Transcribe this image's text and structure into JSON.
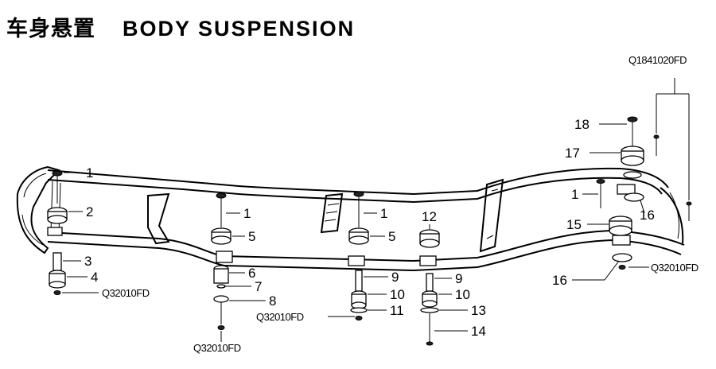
{
  "title": {
    "cn": "车身悬置",
    "en": "BODY SUSPENSION"
  },
  "labels": {
    "p1": "1",
    "p2": "2",
    "p3": "3",
    "p4": "4",
    "p5": "5",
    "p6": "6",
    "p7": "7",
    "p8": "8",
    "p9": "9",
    "p10": "10",
    "p11": "11",
    "p12": "12",
    "p13": "13",
    "p14": "14",
    "p15": "15",
    "p16": "16",
    "p17": "17",
    "p18": "18"
  },
  "codes": {
    "nut": "Q32010FD",
    "bolt": "Q1841020FD"
  }
}
